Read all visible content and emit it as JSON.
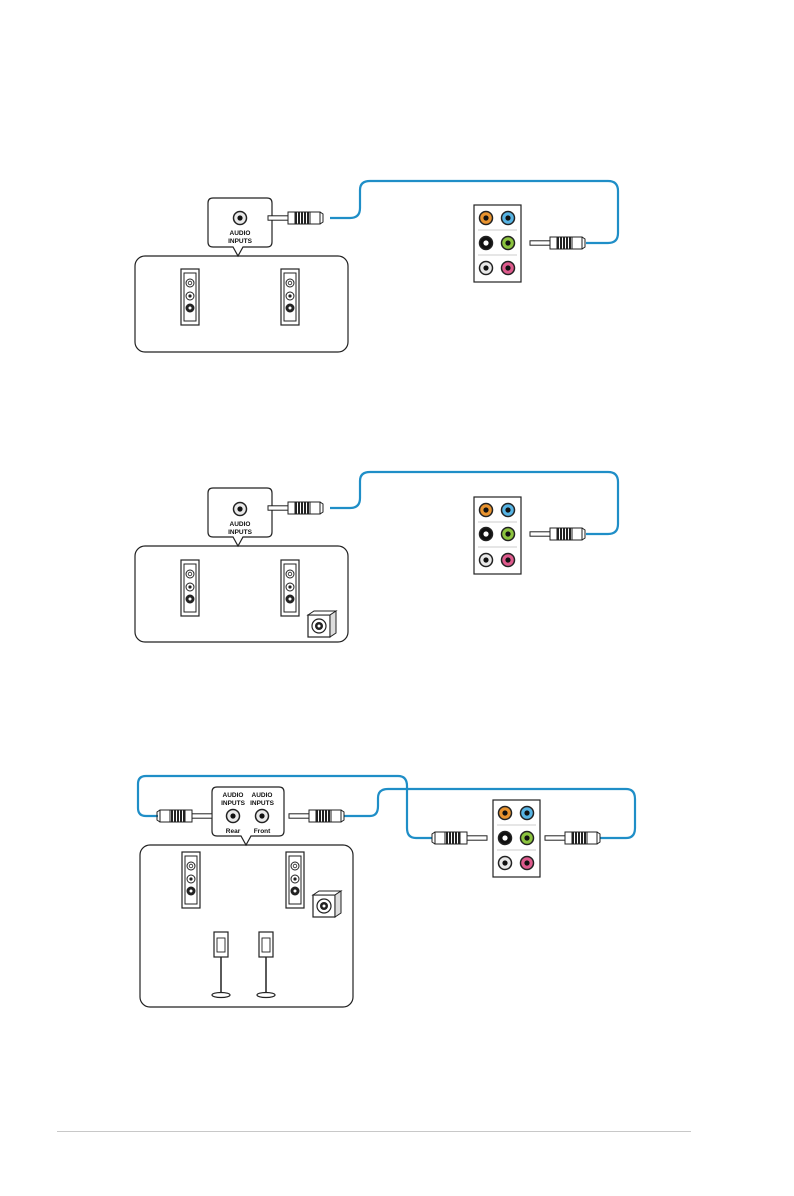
{
  "diagram1": {
    "audio_inputs_label": [
      "AUDIO",
      "INPUTS"
    ]
  },
  "diagram2": {
    "audio_inputs_label": [
      "AUDIO",
      "INPUTS"
    ]
  },
  "diagram3": {
    "rear_label": [
      "AUDIO",
      "INPUTS"
    ],
    "front_label": [
      "AUDIO",
      "INPUTS"
    ],
    "rear_caption": "Rear",
    "front_caption": "Front"
  },
  "colors": {
    "cable": "#1f8ec7",
    "jack_orange": "#e8932f",
    "jack_blue": "#57b4e4",
    "jack_black": "#111111",
    "jack_green": "#8cc43f",
    "jack_grey": "#e9e9e9",
    "jack_pink": "#de5b8d",
    "outline": "#222222"
  }
}
